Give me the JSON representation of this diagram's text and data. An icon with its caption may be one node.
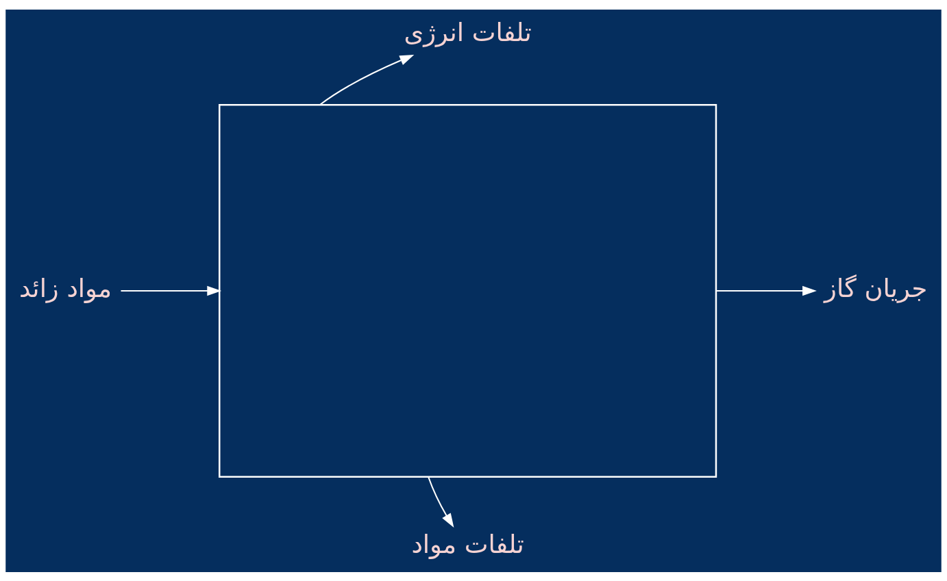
{
  "diagram": {
    "nodes": [
      {
        "text": [],
        "shape": "box"
      },
      {
        "text": [
          "تلفات انرژی"
        ]
      },
      {
        "text": [
          "مواد زائد"
        ]
      },
      {
        "text": [
          "جریان گاز"
        ]
      },
      {
        "text": [
          "تلفات مواد"
        ]
      }
    ],
    "edges": [
      {
        "from": 2,
        "to": 0,
        "arrow": "to"
      },
      {
        "from": 0,
        "to": 1,
        "arrow": "to"
      },
      {
        "from": 0,
        "to": 3,
        "arrow": "to"
      },
      {
        "from": 0,
        "to": 4,
        "arrow": "to"
      }
    ]
  }
}
